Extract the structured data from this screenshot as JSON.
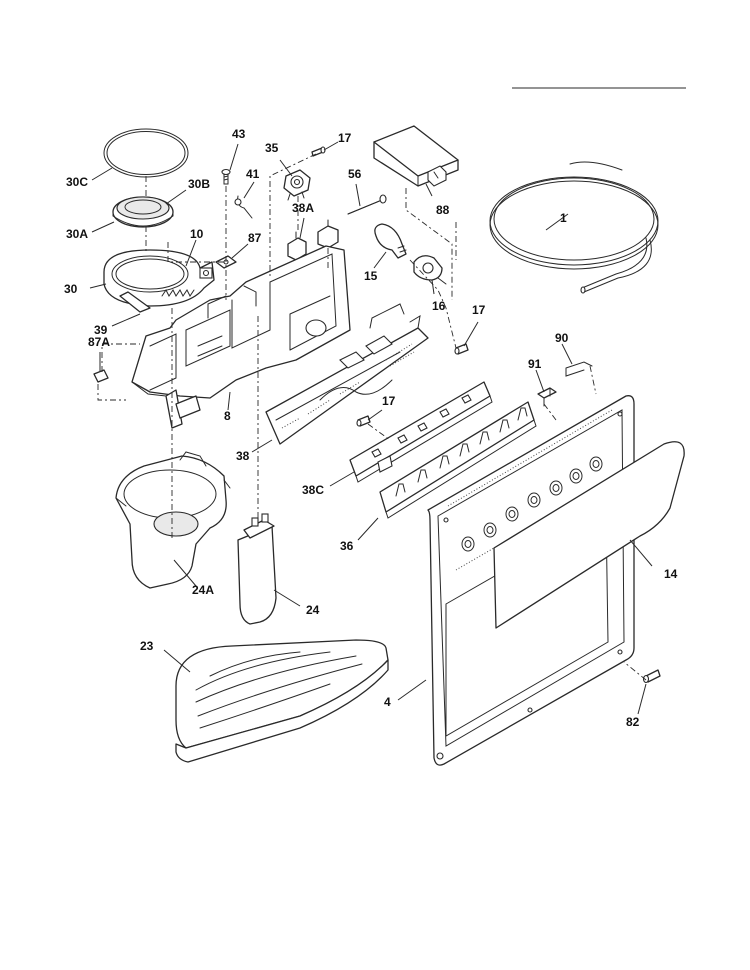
{
  "part_labels": {
    "p1": "1",
    "p4": "4",
    "p8": "8",
    "p10": "10",
    "p14": "14",
    "p15": "15",
    "p16": "16",
    "p17a": "17",
    "p17b": "17",
    "p17c": "17",
    "p23": "23",
    "p24": "24",
    "p24a": "24A",
    "p30": "30",
    "p30a": "30A",
    "p30b": "30B",
    "p30c": "30C",
    "p35": "35",
    "p36": "36",
    "p38": "38",
    "p38a": "38A",
    "p38c": "38C",
    "p39": "39",
    "p41": "41",
    "p43": "43",
    "p56": "56",
    "p82": "82",
    "p87": "87",
    "p87a": "87A",
    "p88": "88",
    "p90": "90",
    "p91": "91"
  }
}
